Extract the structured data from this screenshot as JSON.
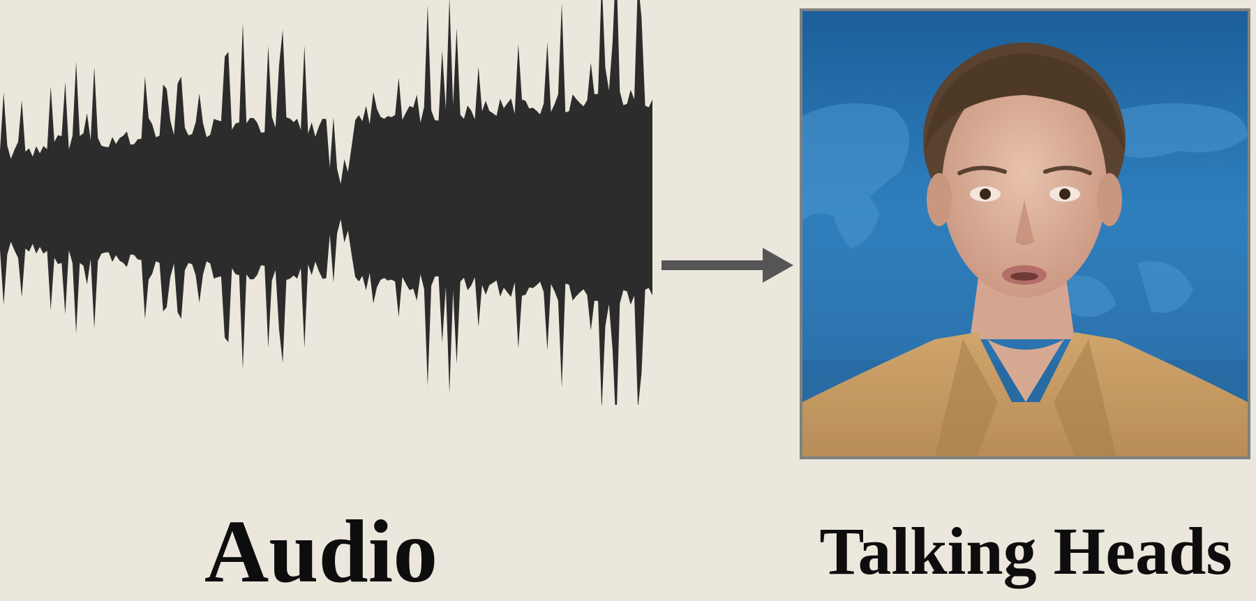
{
  "labels": {
    "audio": "Audio",
    "talking_heads": "Talking Heads"
  },
  "icons": {
    "waveform": "audio-waveform-icon",
    "arrow": "right-arrow-icon",
    "portrait": "news-anchor-portrait"
  },
  "colors": {
    "background": "#ece7dc",
    "waveform": "#2c2c2c",
    "arrow": "#555555",
    "frame_border": "#808080",
    "text": "#0d0d0d"
  }
}
